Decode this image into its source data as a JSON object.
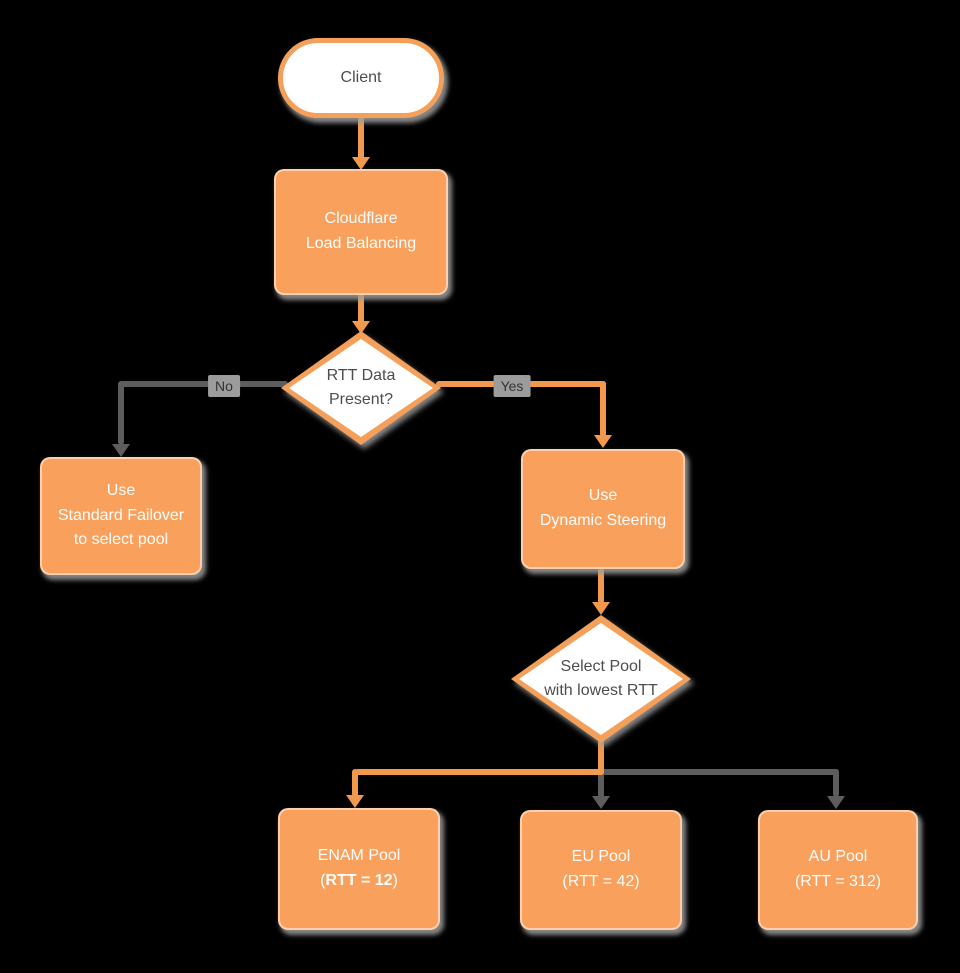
{
  "diagram": {
    "type": "flowchart",
    "background": "#000000",
    "colors": {
      "node_fill_orange": "#F9A15C",
      "node_text_white": "#FDFDFD",
      "shape_outline_orange": "#F5A05A",
      "connector_orange": "#F2994E",
      "connector_gray": "#5D5D5D",
      "decision_text": "#4D4D4D",
      "edge_label_bg": "#9C9C9C",
      "edge_label_text": "#333333",
      "shadow_gray": "#9E9E9E"
    },
    "nodes": {
      "client": {
        "label": "Client"
      },
      "load_balancer": {
        "line1": "Cloudflare",
        "line2": "Load Balancing"
      },
      "rtt_decision": {
        "line1": "RTT Data",
        "line2": "Present?"
      },
      "standard_failover": {
        "line1": "Use",
        "line2": "Standard Failover",
        "line3": "to select pool"
      },
      "dynamic_steering": {
        "line1": "Use",
        "line2": "Dynamic Steering"
      },
      "pool_decision": {
        "line1": "Select Pool",
        "line2": "with lowest RTT"
      },
      "enam_pool": {
        "line1": "ENAM Pool",
        "rtt_open": "(",
        "rtt_value": "RTT = 12",
        "rtt_close": ")"
      },
      "eu_pool": {
        "line1": "EU Pool",
        "line2": "(RTT = 42)"
      },
      "au_pool": {
        "line1": "AU Pool",
        "line2": "(RTT = 312)"
      }
    },
    "edge_labels": {
      "no": "No",
      "yes": "Yes"
    },
    "edges": [
      {
        "from": "client",
        "to": "load_balancer"
      },
      {
        "from": "load_balancer",
        "to": "rtt_decision"
      },
      {
        "from": "rtt_decision",
        "to": "standard_failover",
        "label": "No"
      },
      {
        "from": "rtt_decision",
        "to": "dynamic_steering",
        "label": "Yes"
      },
      {
        "from": "dynamic_steering",
        "to": "pool_decision"
      },
      {
        "from": "pool_decision",
        "to": "enam_pool"
      },
      {
        "from": "pool_decision",
        "to": "eu_pool"
      },
      {
        "from": "pool_decision",
        "to": "au_pool"
      }
    ]
  }
}
